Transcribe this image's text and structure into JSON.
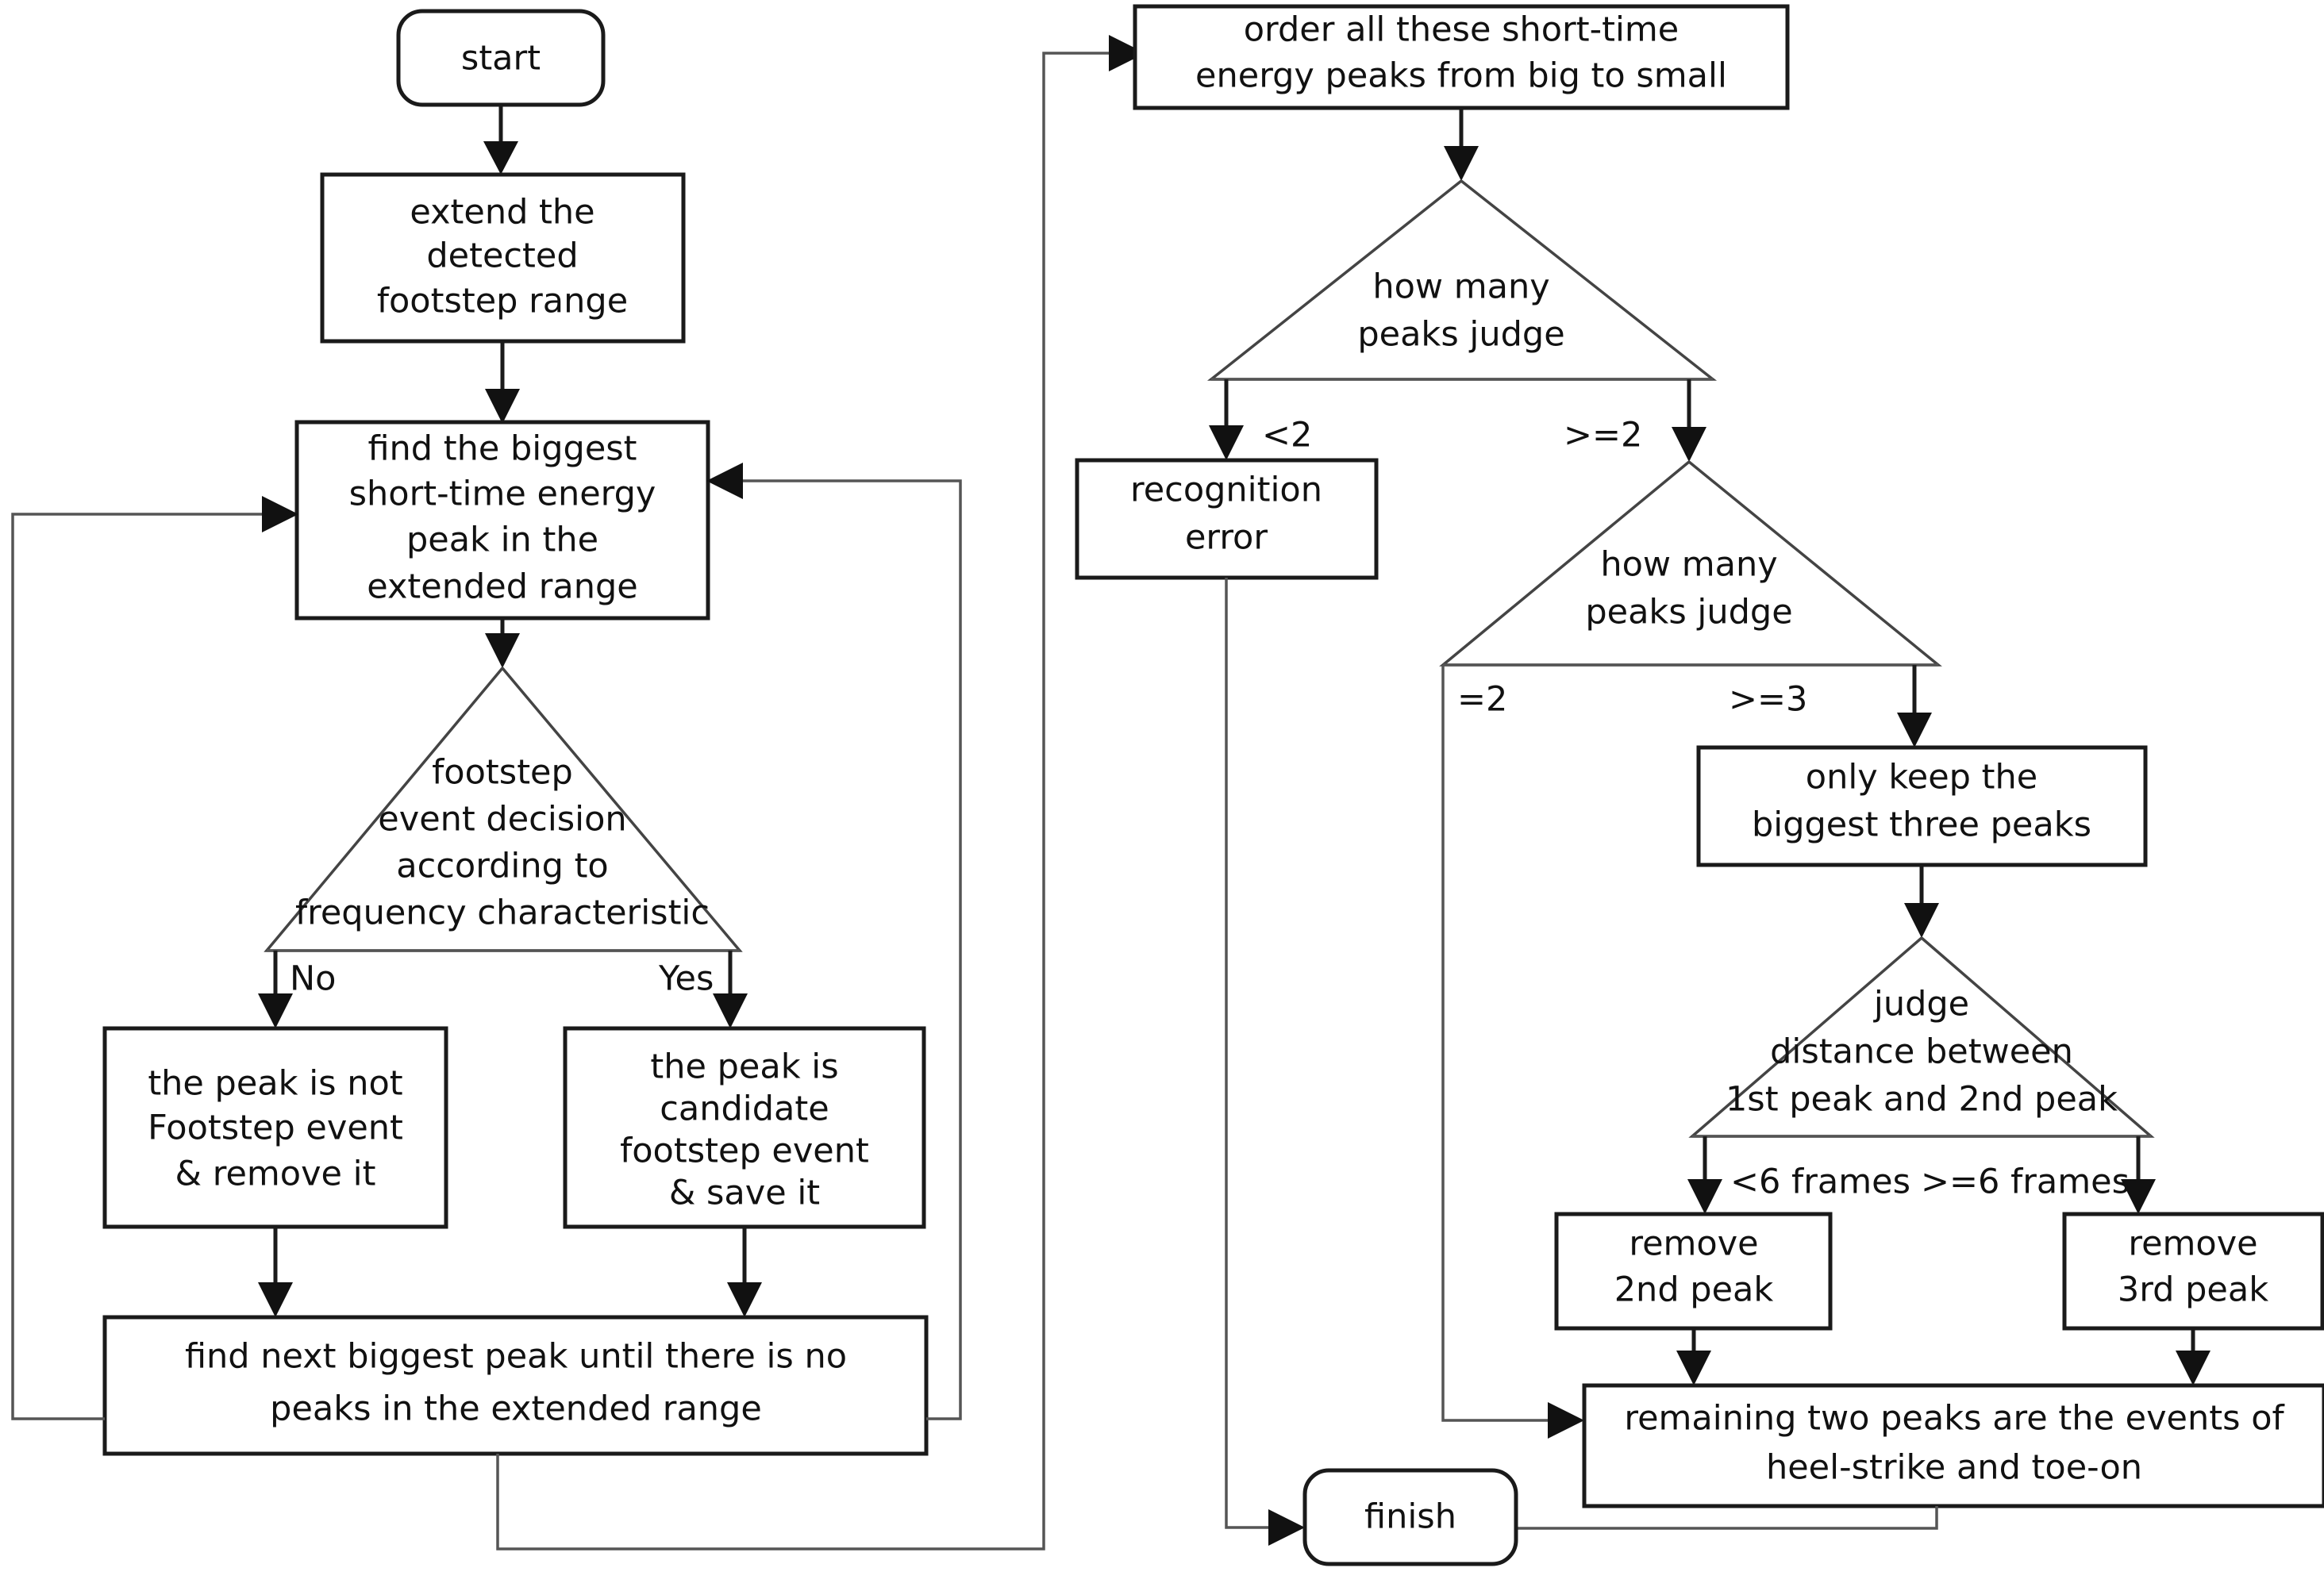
{
  "diagram": {
    "title": "footstep event recognition flowchart",
    "colors": {
      "stroke": "#1a1a1a",
      "text": "#111111",
      "background": "#ffffff",
      "thin_stroke": "#555555"
    },
    "nodes": {
      "start": {
        "label": "start",
        "shape": "rounded-terminator"
      },
      "extend_range": {
        "lines": [
          "extend the",
          "detected",
          "footstep range"
        ],
        "shape": "process"
      },
      "find_biggest": {
        "lines": [
          "find the biggest",
          "short-time energy",
          "peak in the",
          "extended range"
        ],
        "shape": "process"
      },
      "footstep_decision": {
        "lines": [
          "footstep",
          "event decision",
          "according to",
          "frequency characteristic"
        ],
        "shape": "decision-triangle"
      },
      "peak_not_footstep": {
        "lines": [
          "the peak is not",
          "Footstep event",
          "& remove it"
        ],
        "shape": "process"
      },
      "peak_candidate": {
        "lines": [
          "the peak is",
          "candidate",
          "footstep event",
          "& save it"
        ],
        "shape": "process"
      },
      "find_next": {
        "lines": [
          "find next biggest peak until there is no",
          "peaks in the extended range"
        ],
        "shape": "process"
      },
      "order_peaks": {
        "lines": [
          "order all these short-time",
          "energy peaks from big to small"
        ],
        "shape": "process"
      },
      "how_many_1": {
        "lines": [
          "how many",
          "peaks judge"
        ],
        "shape": "decision-triangle"
      },
      "recognition_error": {
        "lines": [
          "recognition",
          "error"
        ],
        "shape": "process"
      },
      "how_many_2": {
        "lines": [
          "how many",
          "peaks judge"
        ],
        "shape": "decision-triangle"
      },
      "keep_three": {
        "lines": [
          "only keep the",
          "biggest three peaks"
        ],
        "shape": "process"
      },
      "judge_distance": {
        "lines": [
          "judge",
          "distance between",
          "1st peak and 2nd peak"
        ],
        "shape": "decision-triangle"
      },
      "remove_2nd": {
        "lines": [
          "remove",
          "2nd peak"
        ],
        "shape": "process"
      },
      "remove_3rd": {
        "lines": [
          "remove",
          "3rd peak"
        ],
        "shape": "process"
      },
      "remaining_two": {
        "lines": [
          "remaining two peaks are the events of",
          "heel-strike and toe-on"
        ],
        "shape": "process"
      },
      "finish": {
        "label": "finish",
        "shape": "rounded-terminator"
      }
    },
    "edge_labels": {
      "no": "No",
      "yes": "Yes",
      "lt2": "<2",
      "gte2": ">=2",
      "eq2": "=2",
      "gte3": ">=3",
      "lt6frames": "<6 frames",
      "gte6frames": ">=6 frames"
    }
  }
}
